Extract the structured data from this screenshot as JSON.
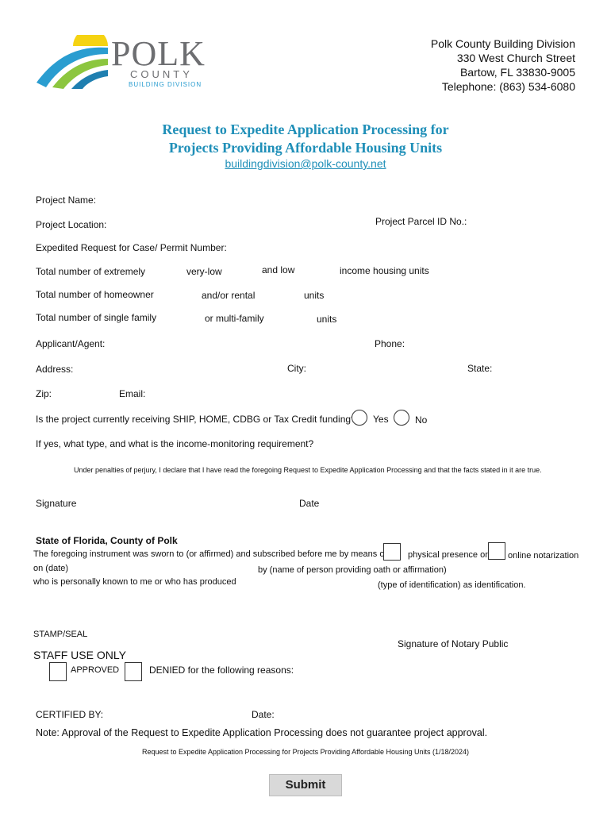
{
  "logo": {
    "name": "POLK",
    "county": "COUNTY",
    "division": "BUILDING DIVISION"
  },
  "header_address": {
    "line1": "Polk County Building Division",
    "line2": "330 West Church Street",
    "line3": "Bartow, FL 33830-9005",
    "line4": "Telephone: (863) 534-6080"
  },
  "title": {
    "line1": "Request to Expedite Application Processing for",
    "line2": "Projects Providing Affordable Housing Units",
    "email": "buildingdivision@polk-county.net"
  },
  "fields": {
    "project_name": "Project Name:",
    "project_location": "Project Location:",
    "parcel_id": "Project Parcel ID No.:",
    "expedited_request": "Expedited Request for Case/ Permit Number:",
    "total_extremely": "Total number of extremely",
    "very_low": "very-low",
    "and_low": "and low",
    "income_housing_units": "income housing units",
    "total_homeowner": "Total number of homeowner",
    "and_or_rental": "and/or rental",
    "units_1": "units",
    "total_single_family": "Total number of single family",
    "or_multi_family": "or multi-family",
    "units_2": "units",
    "applicant_agent": "Applicant/Agent:",
    "phone": "Phone:",
    "address": "Address:",
    "city": "City:",
    "state": "State:",
    "zip": "Zip:",
    "email": "Email:",
    "funding_question": "Is the project currently receiving SHIP, HOME, CDBG or Tax Credit funding?",
    "yes": "Yes",
    "no": "No",
    "if_yes": "If yes, what type, and what is the income-monitoring requirement?"
  },
  "declaration": "Under penalties of perjury, I declare that I have read the foregoing Request to Expedite Application Processing and that the facts stated in it are true.",
  "signature": {
    "signature": "Signature",
    "date": "Date"
  },
  "notary": {
    "heading": "State of Florida, County of Polk",
    "sworn_text": "The foregoing instrument was sworn to (or affirmed) and subscribed before me by means of",
    "physical_presence": "physical presence or",
    "online_notarization": "online notarization",
    "on_date": "on (date)",
    "by_name": "by (name of person providing oath or affirmation)",
    "personally_known": "who is personally known to me or who has produced",
    "type_of_id": "(type of identification) as identification.",
    "stamp_seal": "STAMP/SEAL",
    "notary_signature": "Signature of Notary Public"
  },
  "staff": {
    "heading": "STAFF USE ONLY",
    "approved": "APPROVED",
    "denied": "DENIED for the following reasons:",
    "certified_by": "CERTIFIED BY:",
    "date": "Date:"
  },
  "note": "Note: Approval of the Request to Expedite Application Processing does not guarantee project approval.",
  "footer": "Request to Expedite Application Processing for Projects Providing Affordable Housing Units (1/18/2024)",
  "submit_label": "Submit",
  "colors": {
    "accent": "#1f8fb8",
    "logo_blue": "#2a9dd0",
    "logo_green": "#8cc63f",
    "logo_yellow": "#f5d312"
  }
}
